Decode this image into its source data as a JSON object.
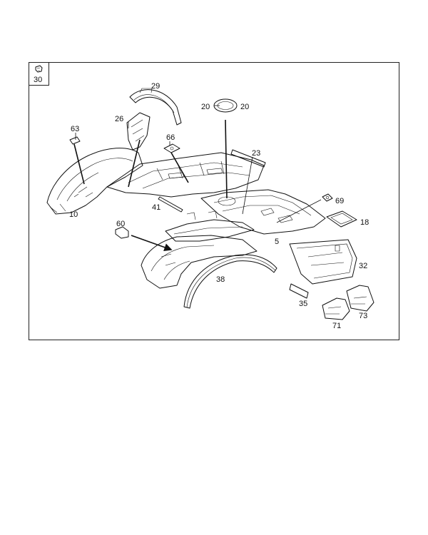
{
  "labels": {
    "p30": "30",
    "p29": "29",
    "p20a": "20",
    "p20b": "20",
    "p26": "26",
    "p63": "63",
    "p66": "66",
    "p23": "23",
    "p69": "69",
    "p41": "41",
    "p18": "18",
    "p10": "10",
    "p60": "60",
    "p5": "5",
    "p32": "32",
    "p38": "38",
    "p35": "35",
    "p71": "71",
    "p73": "73"
  },
  "colors": {
    "line": "#111111",
    "background": "#ffffff"
  }
}
